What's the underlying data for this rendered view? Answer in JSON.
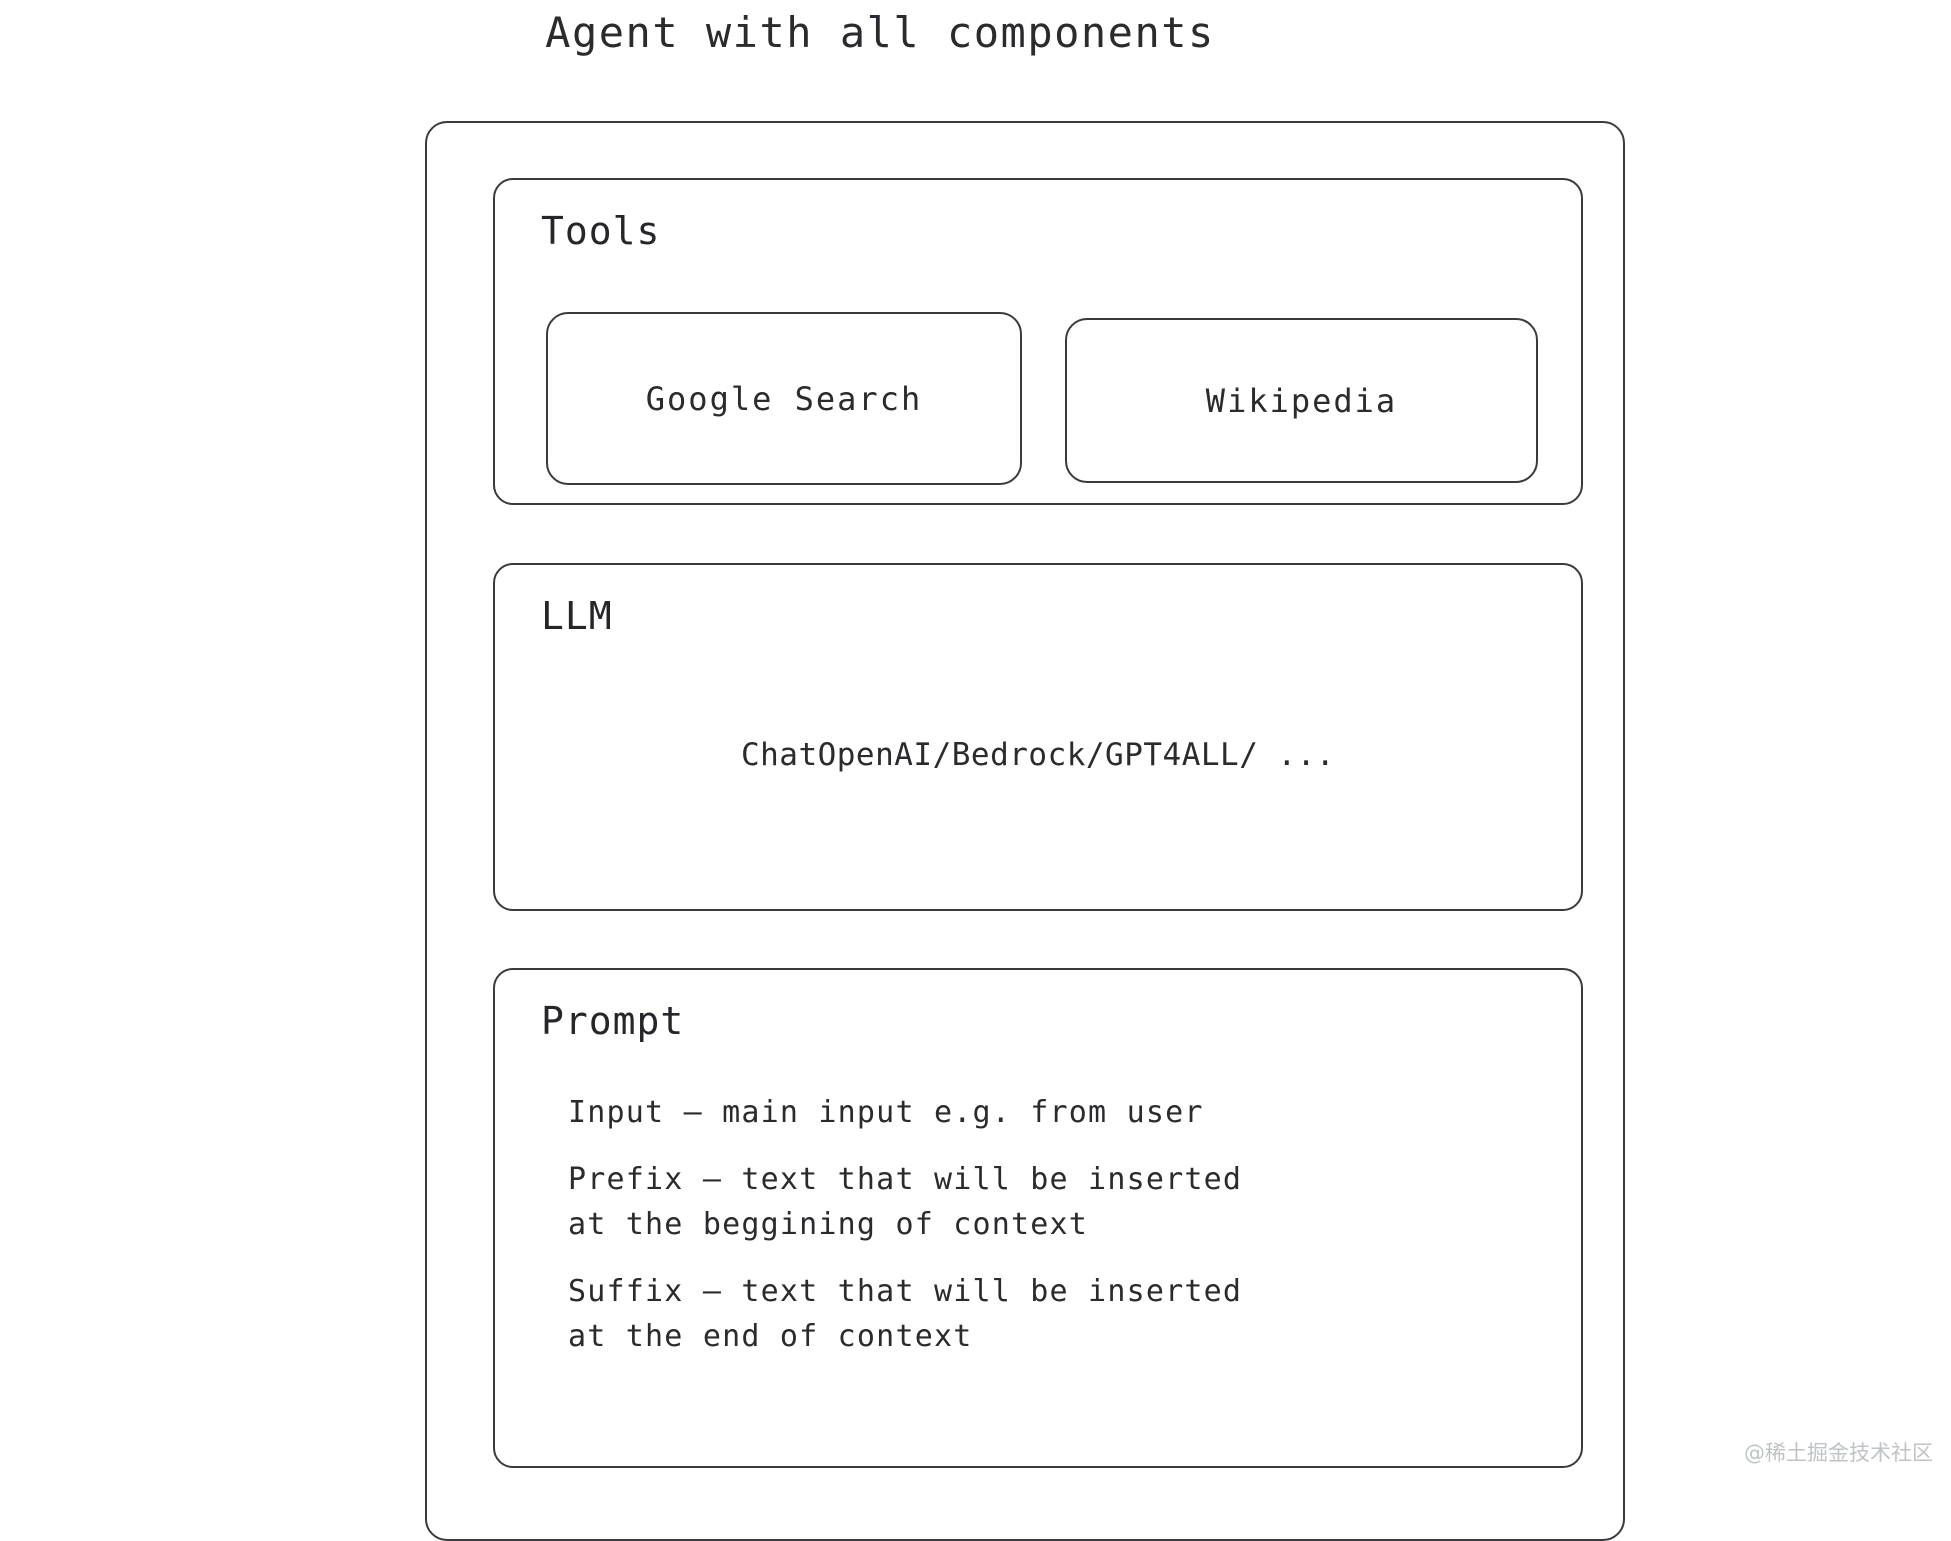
{
  "title": "Agent with all components",
  "agent": {
    "sections": [
      {
        "id": "tools",
        "heading": "Tools",
        "tools": [
          {
            "id": "google-search",
            "label": "Google Search"
          },
          {
            "id": "wikipedia",
            "label": "Wikipedia"
          }
        ]
      },
      {
        "id": "llm",
        "heading": "LLM",
        "models_text": "ChatOpenAI/Bedrock/GPT4ALL/ ..."
      },
      {
        "id": "prompt",
        "heading": "Prompt",
        "entries": [
          {
            "id": "input",
            "lines": [
              "Input – main input e.g. from user"
            ]
          },
          {
            "id": "prefix",
            "lines": [
              "Prefix – text that will be inserted",
              "at the beggining of context"
            ]
          },
          {
            "id": "suffix",
            "lines": [
              "Suffix – text that will be inserted",
              "at the end of context"
            ]
          }
        ]
      }
    ]
  },
  "watermark": "@稀土掘金技术社区",
  "colors": {
    "stroke": "#3a3b3e",
    "text": "#2a2b2e",
    "background": "#ffffff",
    "watermark": "#bfc2c7"
  }
}
